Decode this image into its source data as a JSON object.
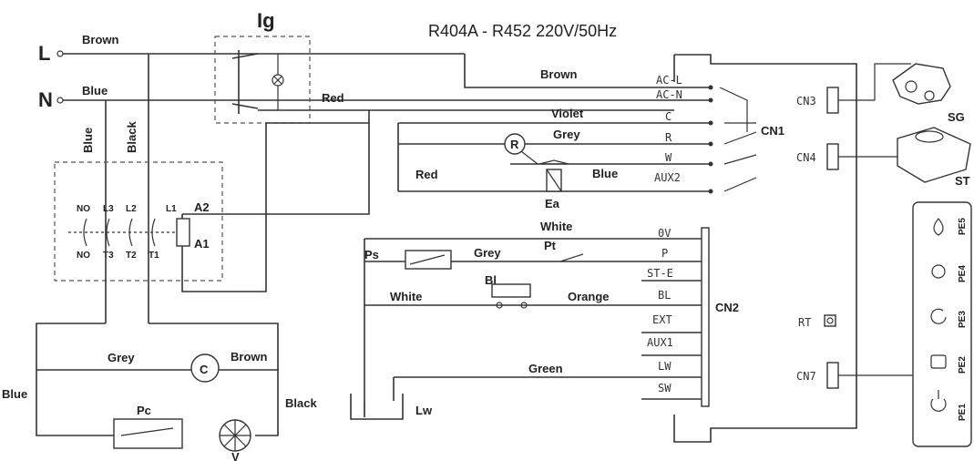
{
  "title": "R404A - R452 220V/50Hz",
  "lines": {
    "L": "L",
    "N": "N"
  },
  "ig": {
    "label": "Ig"
  },
  "contactor": {
    "top": [
      "NO",
      "L3",
      "L2",
      "L1"
    ],
    "bottom": [
      "NO",
      "T3",
      "T2",
      "T1"
    ],
    "coil": [
      "A2",
      "A1"
    ]
  },
  "wires": {
    "brown_l": "Brown",
    "blue_n": "Blue",
    "blue_v": "Blue",
    "black_v": "Black",
    "brown_acl": "Brown",
    "red_ig": "Red",
    "violet": "Violet",
    "grey_r": "Grey",
    "red_ea": "Red",
    "blue_ea": "Blue",
    "white_top": "White",
    "grey_ps": "Grey",
    "white_bl": "White",
    "orange_bl": "Orange",
    "green_lw": "Green",
    "grey_c": "Grey",
    "brown_c": "Brown",
    "blue_left": "Blue",
    "black_right": "Black"
  },
  "components": {
    "R": "R",
    "Ea": "Ea",
    "Ps": "Ps",
    "Pt": "Pt",
    "Bl": "Bl",
    "Lw": "Lw",
    "C": "C",
    "Pc": "Pc",
    "V": "V",
    "SG": "SG",
    "ST": "ST",
    "RT": "RT"
  },
  "terminals": {
    "cn1": [
      "AC-L",
      "AC-N",
      "C",
      "R",
      "W",
      "AUX2"
    ],
    "cn2": [
      "0V",
      "P",
      "ST-E",
      "BL",
      "EXT",
      "AUX1",
      "LW",
      "SW"
    ]
  },
  "connectors": {
    "cn1": "CN1",
    "cn2": "CN2",
    "cn3": "CN3",
    "cn4": "CN4",
    "cn7": "CN7"
  },
  "probes": [
    "PE5",
    "PE4",
    "PE3",
    "PE2",
    "PE1"
  ],
  "probe_icons": [
    "drop-icon",
    "sun-icon",
    "refresh-icon",
    "bucket-icon",
    "power-icon"
  ]
}
